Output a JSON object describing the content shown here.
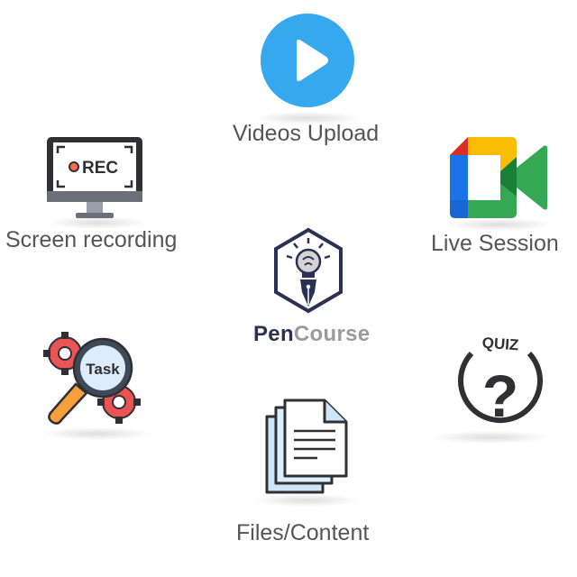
{
  "center": {
    "brand_part1": "Pen",
    "brand_part2": "Course",
    "brand_color_primary": "#2b3152",
    "brand_color_secondary": "#9a9a9a"
  },
  "features": {
    "videos_upload": {
      "label": "Videos Upload",
      "icon": "play-icon",
      "color": "#35a8f0"
    },
    "screen_recording": {
      "label": "Screen recording",
      "icon": "monitor-rec-icon",
      "badge": "REC"
    },
    "live_session": {
      "label": "Live Session",
      "icon": "google-meet-icon"
    },
    "task": {
      "label": "Task",
      "icon": "task-magnifier-icon"
    },
    "quiz": {
      "label": "QUIZ",
      "icon": "quiz-question-icon"
    },
    "files_content": {
      "label": "Files/Content",
      "icon": "documents-icon"
    }
  }
}
